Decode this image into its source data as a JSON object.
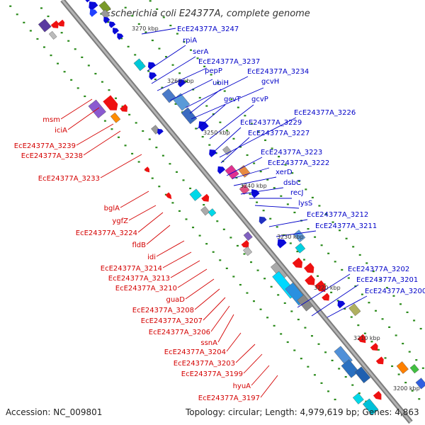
{
  "title": "Escherichia coli E24377A, complete genome",
  "footer": {
    "accession": "Accession: NC_009801",
    "topology": "Topology: circular; Length: 4,979,619 bp; Genes: 4,863"
  },
  "scale_labels": [
    "3270 kbp",
    "3260 kbp",
    "3250 kbp",
    "3240 kbp",
    "3230 kbp",
    "3220 kbp",
    "3210 kbp",
    "3200 kbp"
  ],
  "left_labels": [
    "msm",
    "iciA",
    "EcE24377A_3239",
    "EcE24377A_3238",
    "EcE24377A_3233",
    "bglA",
    "ygfZ",
    "EcE24377A_3224",
    "fldB",
    "idi",
    "EcE24377A_3214",
    "EcE24377A_3213",
    "EcE24377A_3210",
    "guaD",
    "EcE24377A_3208",
    "EcE24377A_3207",
    "EcE24377A_3206",
    "ssnA",
    "EcE24377A_3204",
    "EcE24377A_3203",
    "EcE24377A_3199",
    "hyuA",
    "EcE24377A_3197"
  ],
  "right_labels": [
    "EcE24377A_3247",
    "rpiA",
    "serA",
    "EcE24377A_3237",
    "pepP",
    "EcE24377A_3234",
    "ubiH",
    "gcvH",
    "gcvT",
    "gcvP",
    "EcE24377A_3229",
    "EcE24377A_3226",
    "EcE24377A_3227",
    "EcE24377A_3223",
    "EcE24377A_3222",
    "xerD",
    "dsbC",
    "recJ",
    "lysS",
    "EcE24377A_3212",
    "EcE24377A_3211",
    "EcE24377A_3202",
    "EcE24377A_3201",
    "EcE24377A_3200"
  ],
  "colors": {
    "forward_strand": "#ee1111",
    "reverse_strand": "#0a0ad8",
    "backbone": "#808080",
    "tick": "#2a8a1a",
    "left_label": "#d40000",
    "right_label": "#0000c8"
  }
}
